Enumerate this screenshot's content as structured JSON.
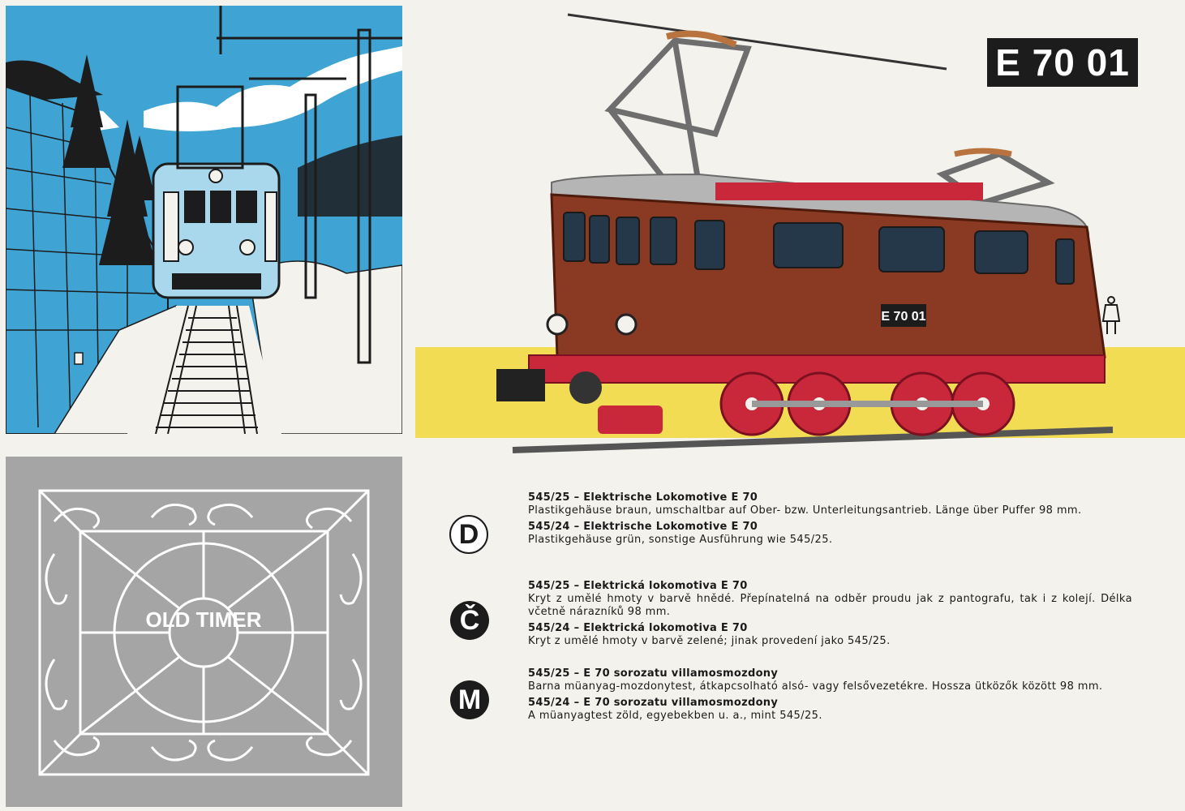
{
  "badge": "E 70 01",
  "loco_plate": "E 70 01",
  "logo_text": "OLD TIMER",
  "sections": [
    {
      "lang": "D",
      "style": "outline",
      "entries": [
        {
          "head": "545/25 – Elektrische Lokomotive E 70",
          "body": "Plastikgehäuse braun, umschaltbar auf Ober- bzw. Unterleitungsantrieb. Länge über Puffer 98 mm."
        },
        {
          "head": "545/24 – Elektrische Lokomotive E 70",
          "body": "Plastikgehäuse grün, sonstige Ausführung wie 545/25."
        }
      ]
    },
    {
      "lang": "Č",
      "style": "filled",
      "entries": [
        {
          "head": "545/25 – Elektrická lokomotiva E 70",
          "body": "Kryt z umělé hmoty v barvě hnědé. Přepínatelná na odběr proudu jak z pantografu, tak i z kolejí. Délka včetně nárazníků 98 mm."
        },
        {
          "head": "545/24 – Elektrická lokomotiva E 70",
          "body": "Kryt z umělé hmoty v barvě zelené; jinak provedení jako 545/25."
        }
      ]
    },
    {
      "lang": "M",
      "style": "filled",
      "entries": [
        {
          "head": "545/25 – E 70 sorozatu villamosmozdony",
          "body": "Barna müanyag-mozdonytest, átkapcsolható alsó- vagy felsővezetékre. Hossza ütközők között 98 mm."
        },
        {
          "head": "545/24 – E 70 sorozatu villamosmozdony",
          "body": "A müanyagtest zöld, egyebekben u. a., mint 545/25."
        }
      ]
    }
  ],
  "colors": {
    "sky": "#3fa4d4",
    "panel_gray": "#a5a5a5",
    "loco_brown": "#8a3a22",
    "frame_red": "#c8283a",
    "ground_yellow": "#f2dc54"
  }
}
